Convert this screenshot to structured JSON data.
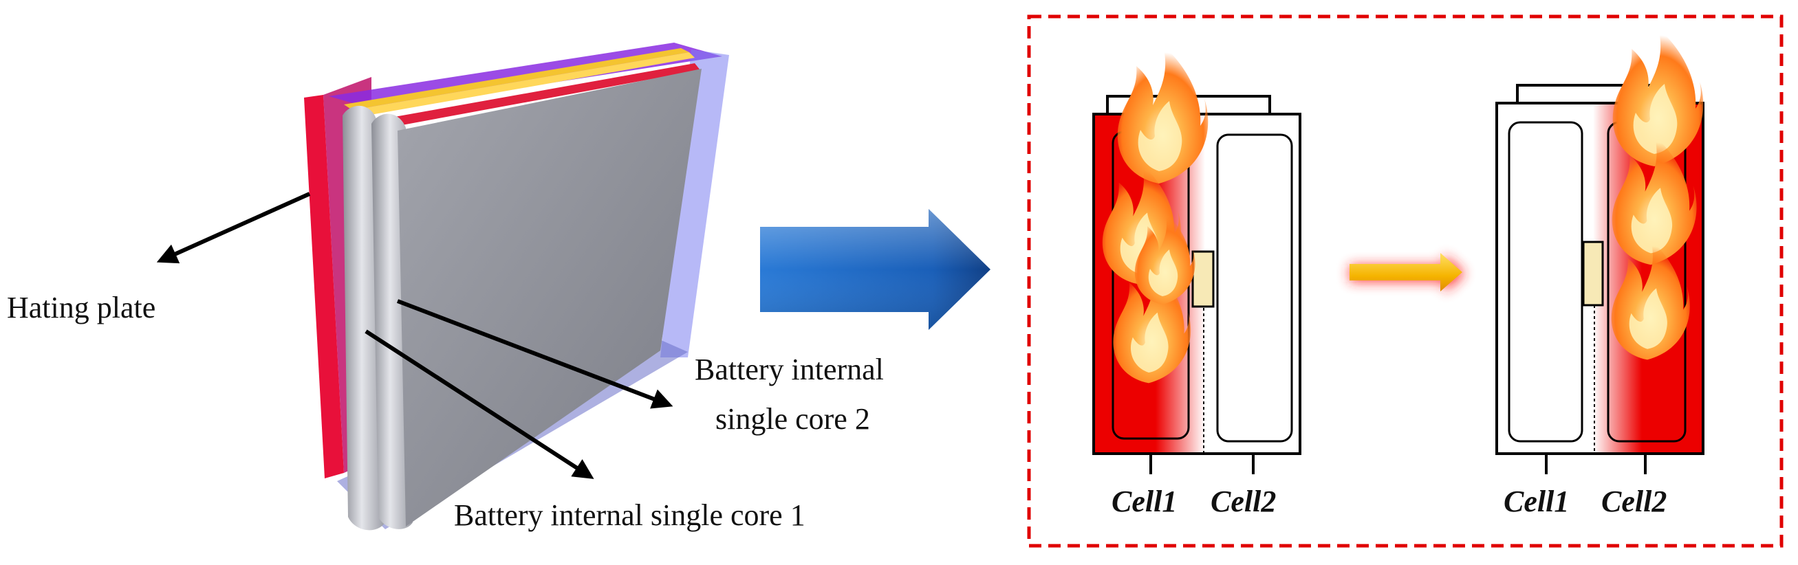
{
  "labels": {
    "heating_plate": "Hating plate",
    "core2_line1": "Battery internal",
    "core2_line2": "single core 2",
    "core1": "Battery internal single core 1"
  },
  "panel_left": {
    "cell1": "Cell1",
    "cell2": "Cell2"
  },
  "panel_right": {
    "cell1": "Cell1",
    "cell2": "Cell2"
  },
  "colors": {
    "heating_plate": "#e8103a",
    "dashed_frame": "#e00000",
    "blue_arrow": "#1f6fc8",
    "yellow_arrow": "#f5b400",
    "cell_burning": "#ec0000",
    "flame": "#ff8a1a"
  },
  "icons": [
    "battery-3d-diagram",
    "blue-right-arrow",
    "yellow-right-arrow",
    "flame-icon"
  ]
}
